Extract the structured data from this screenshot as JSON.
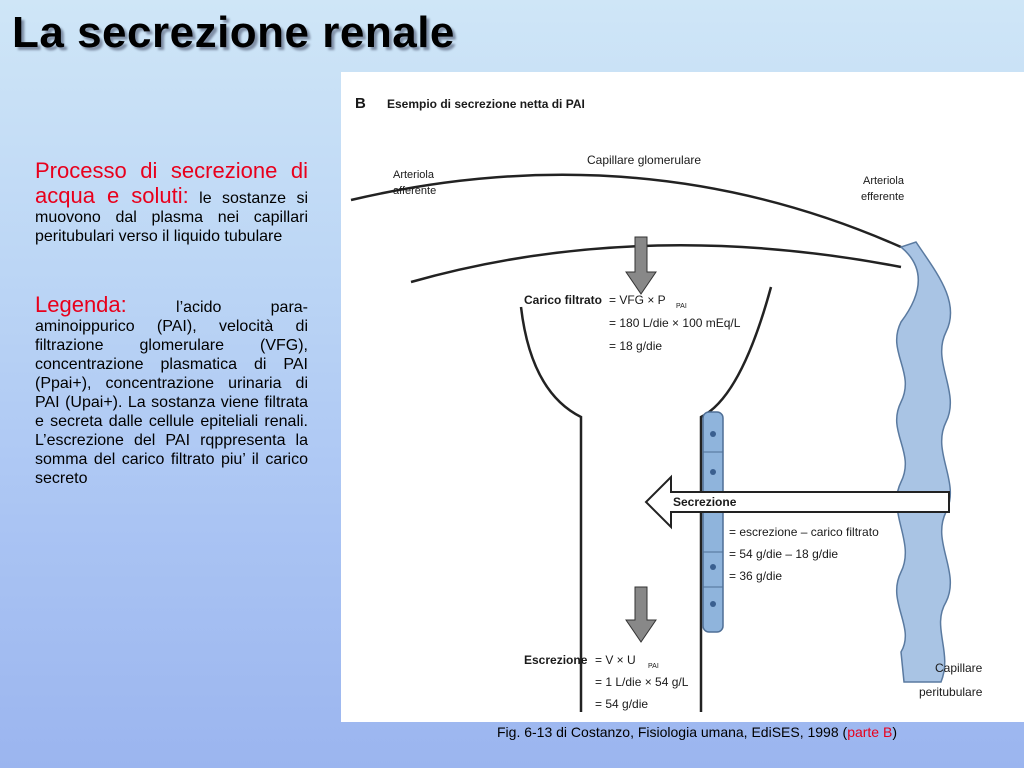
{
  "title": "La secrezione renale",
  "left": {
    "p1_red": "Processo di secrezione di acqua e soluti:",
    "p1_body": " le sostanze si muovono dal plasma nei capillari peritubulari verso il liquido tubulare",
    "p2_red": "Legenda:",
    "p2_body": " l’acido para-aminoippurico (PAI), velocità di filtrazione glomerulare (VFG), concentrazione plasmatica di PAI (Ppai+), concentrazione urinaria di PAI (Upai+). La sostanza viene filtrata e secreta dalle cellule epiteliali renali. L’escrezione del PAI rqppresenta la somma del carico filtrato piu’ il carico secreto"
  },
  "figure": {
    "panel_letter": "B",
    "heading": "Esempio di secrezione netta di PAI",
    "capillare_glomerulare": "Capillare glomerulare",
    "arteriola_afferente_1": "Arteriola",
    "arteriola_afferente_2": "afferente",
    "arteriola_efferente_1": "Arteriola",
    "arteriola_efferente_2": "efferente",
    "carico_label": "Carico filtrato",
    "carico_eq1": "= VFG × P",
    "carico_eq1_sub": "PAI",
    "carico_eq2": "= 180 L/die × 100 mEq/L",
    "carico_eq3": "= 18 g/die",
    "secrezione_label": "Secrezione",
    "secrezione_eq1": "= escrezione – carico filtrato",
    "secrezione_eq2": "= 54 g/die –  18 g/die",
    "secrezione_eq3": "= 36 g/die",
    "escrezione_label": "Escrezione",
    "escrezione_eq1": "= V × U",
    "escrezione_eq1_sub": "PAI",
    "escrezione_eq2": "= 1 L/die × 54 g/L",
    "escrezione_eq3": "= 54 g/die",
    "capillare_peritubulare_1": "Capillare",
    "capillare_peritubulare_2": "peritubulare"
  },
  "caption": {
    "prefix": "Fig. 6-13 di Costanzo, Fisiologia umana, EdiSES, 1998 (",
    "link": "parte B",
    "suffix": ")"
  },
  "colors": {
    "accent_red": "#e8001c",
    "tubule_cell_blue": "#8fb4dc",
    "vessel_blue": "#a9c4e4"
  }
}
